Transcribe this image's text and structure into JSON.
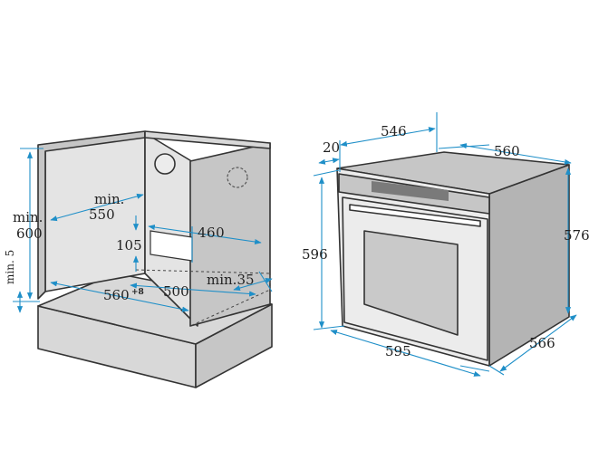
{
  "colors": {
    "dimension_line": "#1f8fc8",
    "outline": "#333333",
    "cabinet_wall": "#c6c6c6",
    "cabinet_wall_light": "#d8d8d8",
    "cabinet_interior": "#e4e4e4",
    "oven_front": "#ececec",
    "oven_glass": "#c9c9c9",
    "oven_side": "#b4b4b4",
    "label_text": "#222222"
  },
  "icons": {
    "cabinet": "cabinet-niche-drawing",
    "oven": "built-in-oven-drawing",
    "ventilation": "ventilation-opening-icon"
  },
  "cabinet_labels": {
    "min_600_line1": "min.",
    "min_600_line2": "600",
    "min_550_line1": "min.",
    "min_550_line2": "550",
    "min_5": "min. 5",
    "d460": "460",
    "d105": "105",
    "d560": "560",
    "d560_tol": "+8",
    "d500": "500",
    "min_35": "min.35"
  },
  "oven_labels": {
    "d546": "546",
    "d20": "20",
    "d560": "560",
    "d596": "596",
    "d576": "576",
    "d595": "595",
    "d566": "566"
  }
}
